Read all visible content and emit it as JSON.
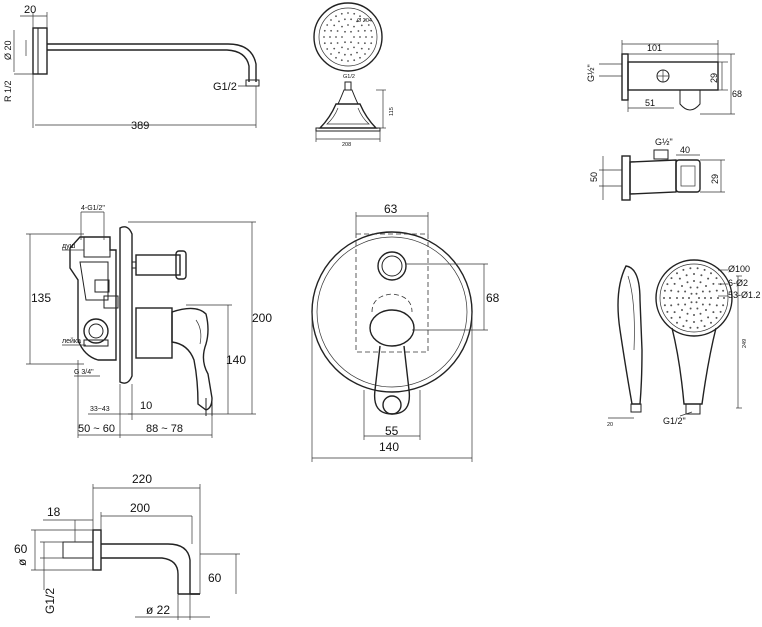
{
  "arm": {
    "d20": "20",
    "phi20": "Ø 20",
    "r12": "R 1/2",
    "g12": "G1/2",
    "d389": "389"
  },
  "head": {
    "phi204": "Ø 204",
    "g12": "G1/2",
    "d115": "115",
    "d208": "208"
  },
  "holder": {
    "d101": "101",
    "d29a": "29",
    "d68": "68",
    "d51": "51",
    "g12a": "G½\"",
    "g12b": "G½\"",
    "d40": "40",
    "d50": "50",
    "d29b": "29"
  },
  "mixer_side": {
    "g12top": "4-G1/2\"",
    "dush": "душ",
    "leika": "лейка",
    "g34": "G 3/4\"",
    "d135": "135",
    "d200": "200",
    "d140": "140",
    "d10": "10",
    "d3343": "33~43",
    "d5060": "50 ~ 60",
    "d8878": "88 ~ 78"
  },
  "mixer_front": {
    "d63": "63",
    "d68": "68",
    "d55": "55",
    "d140": "140"
  },
  "hand_shower": {
    "phi100": "Ø100",
    "holes2": "6-Ø2",
    "holes12": "53-Ø1.2",
    "d249": "249",
    "d20": "20",
    "g12": "G1/2\""
  },
  "spout": {
    "d220": "220",
    "d200": "200",
    "d18": "18",
    "d60a": "60",
    "phi": "ø",
    "d60b": "60",
    "g12": "G1/2",
    "phi22": "ø 22"
  }
}
